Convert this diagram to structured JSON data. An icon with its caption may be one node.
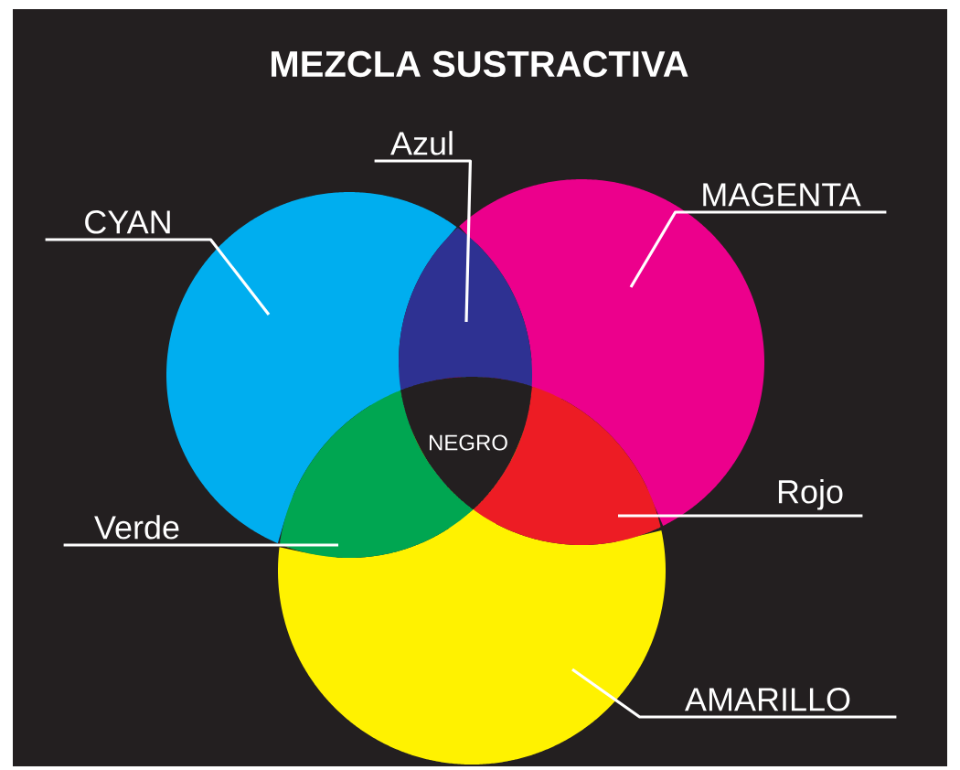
{
  "diagram": {
    "title": "MEZCLA SUSTRACTIVA",
    "nodes": [
      {
        "text": [
          "CYAN"
        ]
      },
      {
        "text": [
          "Azul"
        ]
      },
      {
        "text": [
          "MAGENTA"
        ]
      },
      {
        "text": [
          "Verde"
        ]
      },
      {
        "text": [
          "Rojo"
        ]
      },
      {
        "text": [
          "AMARILLO"
        ]
      },
      {
        "text": [
          "NEGRO"
        ]
      },
      {
        "text": [],
        "shape": "circle"
      },
      {
        "text": [],
        "shape": "circle"
      },
      {
        "text": [],
        "shape": "circle"
      },
      {
        "text": [],
        "shape": "lens"
      },
      {
        "text": [],
        "shape": "lens"
      },
      {
        "text": [],
        "shape": "lens"
      }
    ],
    "edges": [
      {
        "from": 0,
        "to": 7,
        "arrow": "none"
      },
      {
        "from": 1,
        "to": 10,
        "arrow": "none"
      },
      {
        "from": 2,
        "to": 8,
        "arrow": "none"
      },
      {
        "from": 3,
        "to": 11,
        "arrow": "none"
      },
      {
        "from": 4,
        "to": 12,
        "arrow": "none"
      },
      {
        "from": 5,
        "to": 9,
        "arrow": "none"
      }
    ]
  }
}
